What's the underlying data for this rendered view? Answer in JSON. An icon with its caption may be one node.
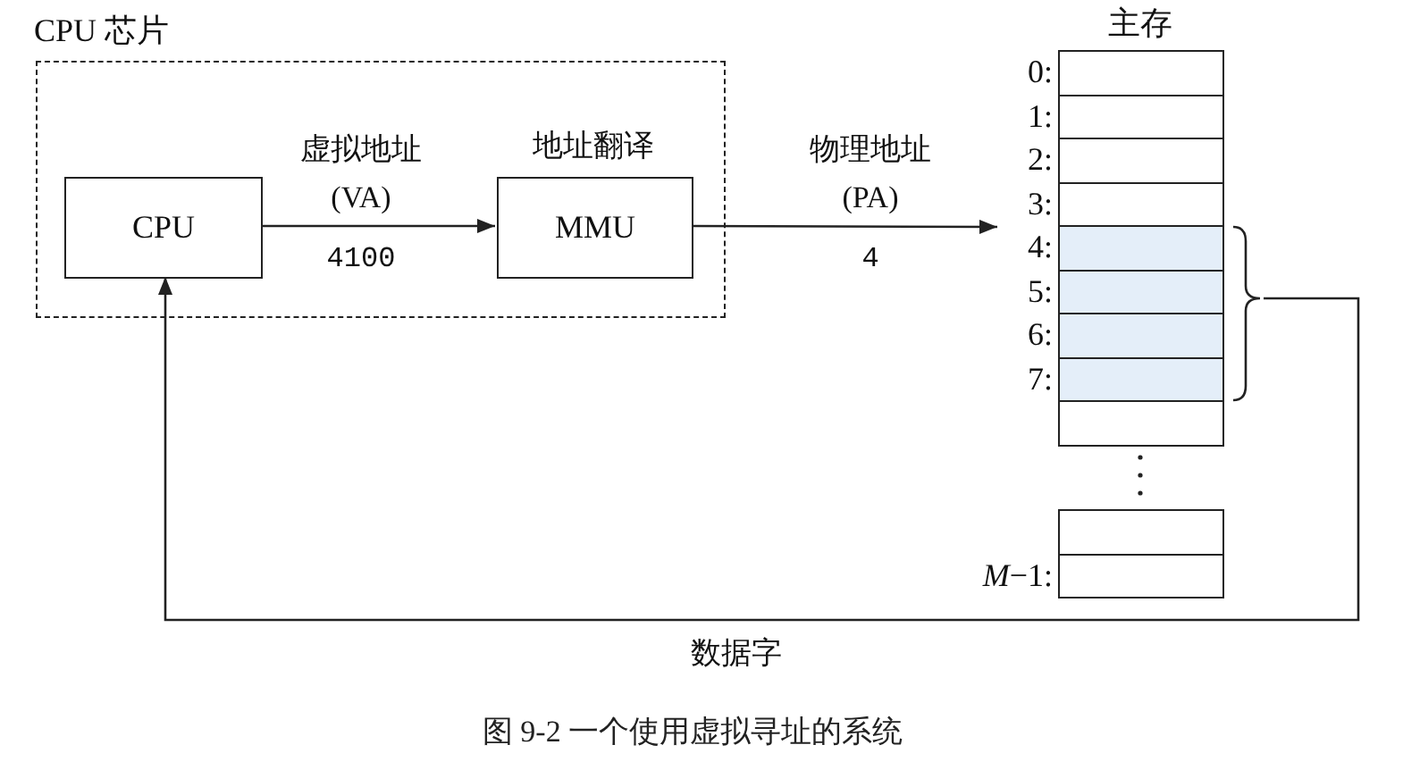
{
  "diagram": {
    "caption": "图 9-2 一个使用虚拟寻址的系统",
    "nodes": [
      {
        "text": [
          "CPU 芯片"
        ]
      },
      {
        "text": [
          "CPU"
        ],
        "in": 0
      },
      {
        "text": [
          "MMU"
        ],
        "in": 0,
        "beside": [
          "地址翻译"
        ]
      },
      {
        "text": [
          "主存"
        ]
      }
    ],
    "edges": [
      {
        "from": 1,
        "to": 2,
        "arrow": "to",
        "label": "虚拟地址 (VA)"
      },
      {
        "from": 2,
        "to": 3,
        "arrow": "to",
        "label": "物理地址 (PA)"
      },
      {
        "from": 3,
        "to": 1,
        "arrow": "to",
        "label": "数据字"
      }
    ],
    "labels": [
      "4100",
      "4",
      "0:",
      "1:",
      "2:",
      "3:",
      "4:",
      "5:",
      "6:",
      "7:",
      "*M*−1:"
    ]
  }
}
